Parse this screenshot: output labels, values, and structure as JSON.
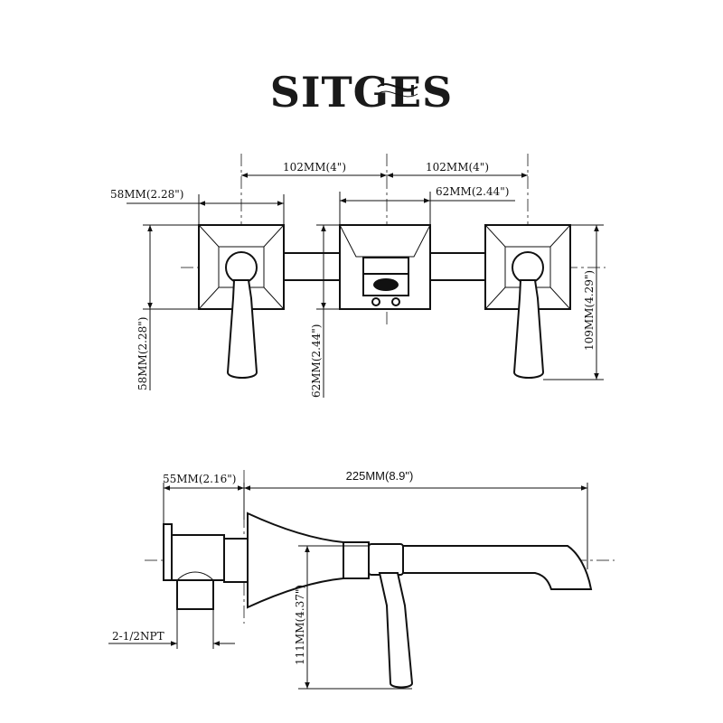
{
  "brand": {
    "logo_text": "SITGES"
  },
  "front_view": {
    "dims": {
      "spacing_left": "102MM(4\")",
      "spacing_right": "102MM(4\")",
      "handle_width": "58MM(2.28\")",
      "spout_plate_width": "62MM(2.44\")",
      "handle_height": "58MM(2.28\")",
      "plate_height": "62MM(2.44\")",
      "total_height": "109MM(4.29\")"
    }
  },
  "side_view": {
    "dims": {
      "depth": "55MM(2.16\")",
      "spout_length": "225MM(8.9\")",
      "handle_length": "111MM(4.37\")",
      "inlet": "2-1/2NPT"
    }
  },
  "icons": [
    "sitges-logo-icon",
    "faucet-front-view-icon",
    "faucet-side-view-icon"
  ]
}
